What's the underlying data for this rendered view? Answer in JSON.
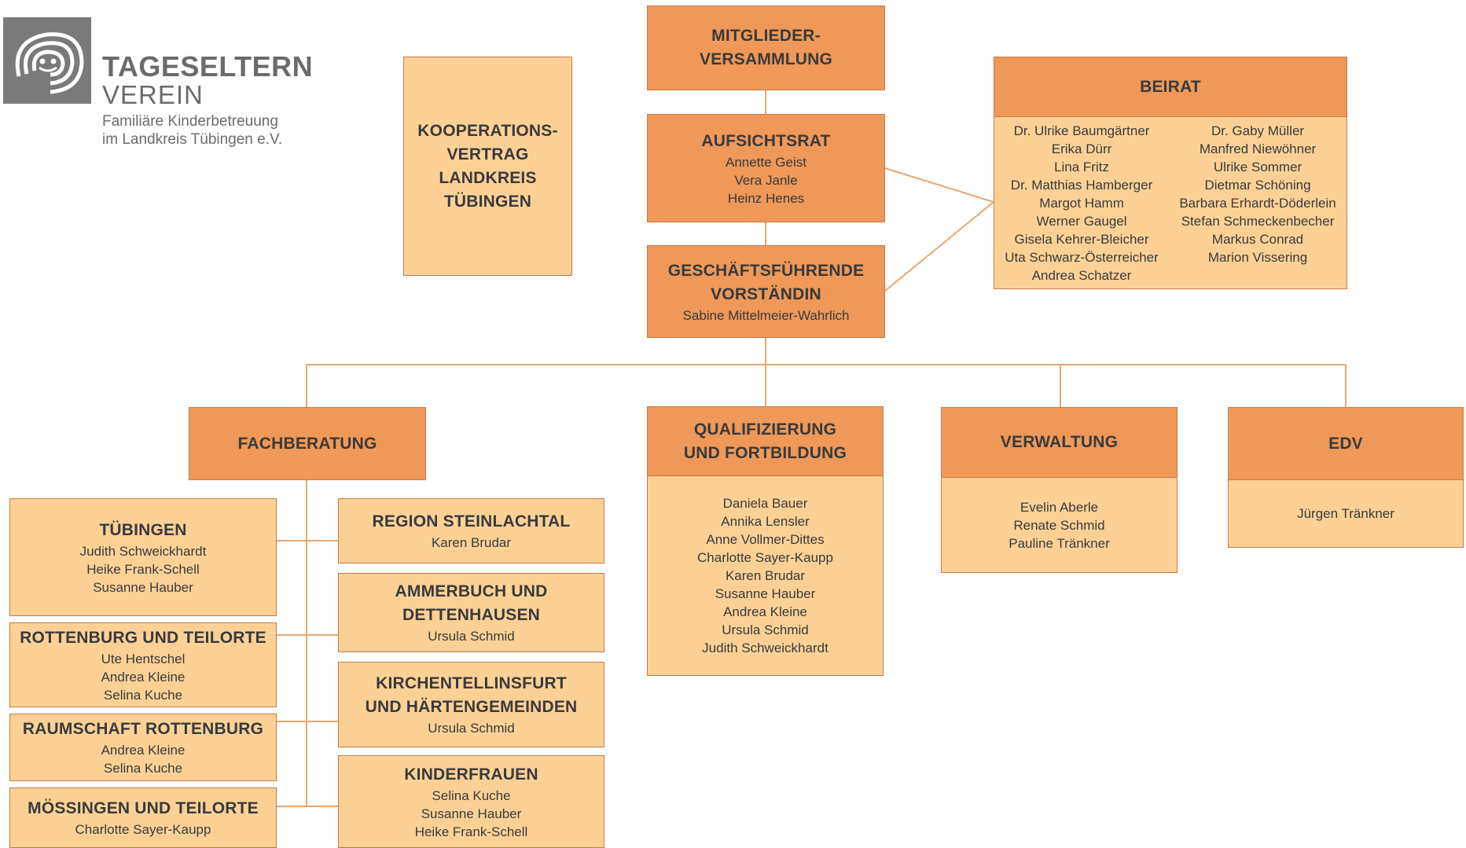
{
  "logo": {
    "name_line1": "TAGESELTERN",
    "name_line2": "VEREIN",
    "tagline_line1": "Familiäre Kinderbetreuung",
    "tagline_line2": "im Landkreis Tübingen e.V."
  },
  "kooperation": {
    "title": [
      "KOOPERATIONS-",
      "VERTRAG",
      "LANDKREIS",
      "TÜBINGEN"
    ]
  },
  "mitglieder": {
    "title": [
      "MITGLIEDER-",
      "VERSAMMLUNG"
    ]
  },
  "aufsichtsrat": {
    "title": "AUFSICHTSRAT",
    "members": [
      "Annette Geist",
      "Vera Janle",
      "Heinz Henes"
    ]
  },
  "vorstand": {
    "title": [
      "GESCHÄFTSFÜHRENDE",
      "VORSTÄNDIN"
    ],
    "members": [
      "Sabine Mittelmeier-Wahrlich"
    ]
  },
  "beirat": {
    "title": "BEIRAT",
    "col1": [
      "Dr. Ulrike Baumgärtner",
      "Erika Dürr",
      "Lina Fritz",
      "Dr. Matthias Hamberger",
      "Margot Hamm",
      "Werner Gaugel",
      "Gisela Kehrer-Bleicher",
      "Uta Schwarz-Österreicher",
      "Andrea Schatzer"
    ],
    "col2": [
      "Dr. Gaby Müller",
      "Manfred Niewöhner",
      "Ulrike Sommer",
      "Dietmar Schöning",
      "Barbara Erhardt-Döderlein",
      "Stefan Schmeckenbecher",
      "Markus Conrad",
      "Marion Vissering"
    ]
  },
  "fachberatung": {
    "title": "FACHBERATUNG"
  },
  "qualifizierung": {
    "title": [
      "QUALIFIZIERUNG",
      "UND FORTBILDUNG"
    ],
    "members": [
      "Daniela Bauer",
      "Annika Lensler",
      "Anne Vollmer-Dittes",
      "Charlotte Sayer-Kaupp",
      "Karen Brudar",
      "Susanne Hauber",
      "Andrea Kleine",
      "Ursula Schmid",
      "Judith Schweickhardt"
    ]
  },
  "verwaltung": {
    "title": "VERWALTUNG",
    "members": [
      "Evelin Aberle",
      "Renate Schmid",
      "Pauline Tränkner"
    ]
  },
  "edv": {
    "title": "EDV",
    "members": [
      "Jürgen Tränkner"
    ]
  },
  "regions_left": [
    {
      "title": [
        "TÜBINGEN"
      ],
      "members": [
        "Judith Schweickhardt",
        "Heike Frank-Schell",
        "Susanne Hauber"
      ]
    },
    {
      "title": [
        "ROTTENBURG UND TEILORTE"
      ],
      "members": [
        "Ute Hentschel",
        "Andrea Kleine",
        "Selina Kuche"
      ]
    },
    {
      "title": [
        "RAUMSCHAFT ROTTENBURG"
      ],
      "members": [
        "Andrea Kleine",
        "Selina Kuche"
      ]
    },
    {
      "title": [
        "MÖSSINGEN UND TEILORTE"
      ],
      "members": [
        "Charlotte Sayer-Kaupp"
      ]
    }
  ],
  "regions_right": [
    {
      "title": [
        "REGION STEINLACHTAL"
      ],
      "members": [
        "Karen Brudar"
      ]
    },
    {
      "title": [
        "AMMERBUCH UND",
        "DETTENHAUSEN"
      ],
      "members": [
        "Ursula Schmid"
      ]
    },
    {
      "title": [
        "KIRCHENTELLINSFURT",
        "UND HÄRTENGEMEINDEN"
      ],
      "members": [
        "Ursula Schmid"
      ]
    },
    {
      "title": [
        "KINDERFRAUEN"
      ],
      "members": [
        "Selina Kuche",
        "Susanne Hauber",
        "Heike Frank-Schell"
      ]
    }
  ]
}
